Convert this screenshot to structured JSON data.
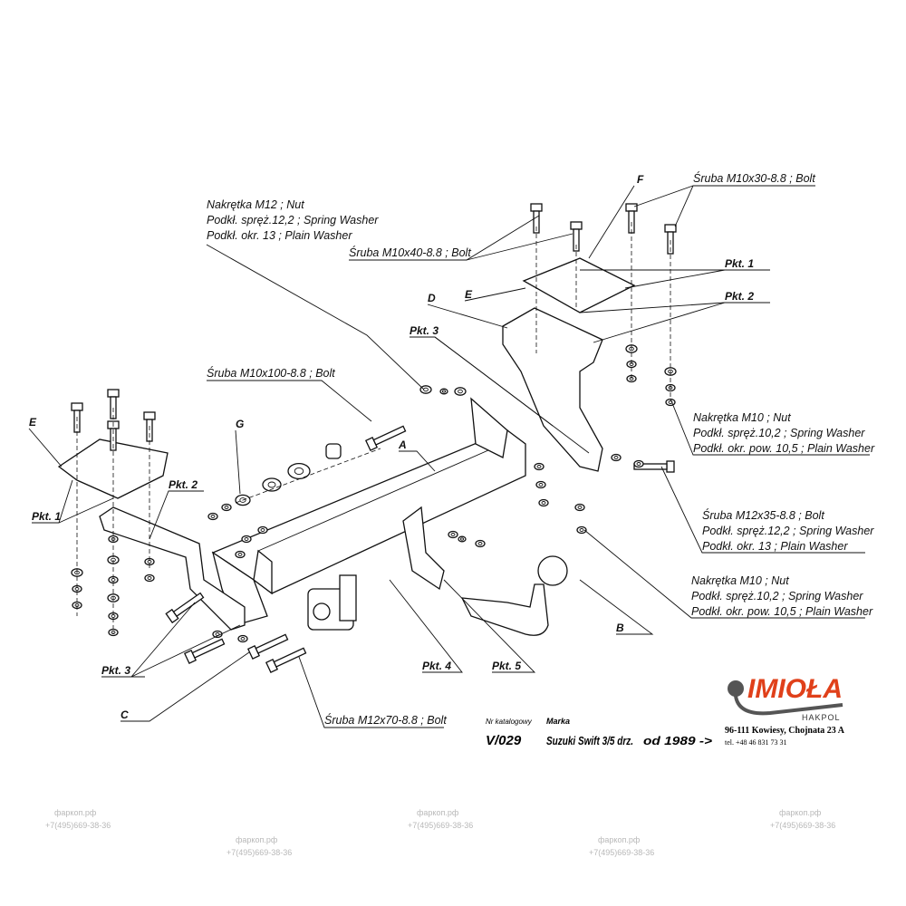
{
  "watermark": {
    "site": "фаркоп.рф",
    "phone": "+7(495)669-38-36"
  },
  "parts": {
    "bolt_m10x30": "Śruba M10x30-8.8 ;  Bolt",
    "bolt_m10x40": "Śruba M10x40-8.8 ;  Bolt",
    "bolt_m10x100": "Śruba M10x100-8.8 ;  Bolt",
    "bolt_m12x70": "Śruba M12x70-8.8 ;  Bolt",
    "nut_m12": [
      "Nakrętka  M12 ; Nut",
      "Podkł. spręż.12,2 ; Spring Washer",
      "Podkł. okr. 13 ; Plain Washer"
    ],
    "nut_m10_upper": [
      "Nakrętka  M10 ; Nut",
      "Podkł. spręż.10,2 ; Spring Washer",
      "Podkł. okr. pow. 10,5 ; Plain Washer"
    ],
    "bolt_m12x35": [
      "Śruba M12x35-8.8 ;  Bolt",
      "Podkł. spręż.12,2 ; Spring Washer",
      "Podkł. okr. 13 ; Plain Washer"
    ],
    "nut_m10_lower": [
      "Nakrętka  M10 ; Nut",
      "Podkł. spręż.10,2 ; Spring Washer",
      "Podkł. okr. pow. 10,5 ; Plain Washer"
    ]
  },
  "letters": {
    "A": "A",
    "B": "B",
    "C": "C",
    "D": "D",
    "E": "E",
    "F": "F",
    "G": "G"
  },
  "points": {
    "pkt1": "Pkt. 1",
    "pkt2": "Pkt. 2",
    "pkt3": "Pkt. 3",
    "pkt4": "Pkt. 4",
    "pkt5": "Pkt. 5"
  },
  "footer": {
    "catalog_label": "Nr katalogowy",
    "catalog_number": "V/029",
    "make_label": "Marka",
    "make_value": "Suzuki Swift 3/5 drz.",
    "year": "od 1989 ->",
    "address": "96-111 Kowiesy, Chojnata 23 A",
    "phone": "tel. +48 46 831 73 31"
  },
  "logo": {
    "brand": "IMIOŁA",
    "sub": "HAKPOL",
    "color": "#e0401a"
  }
}
